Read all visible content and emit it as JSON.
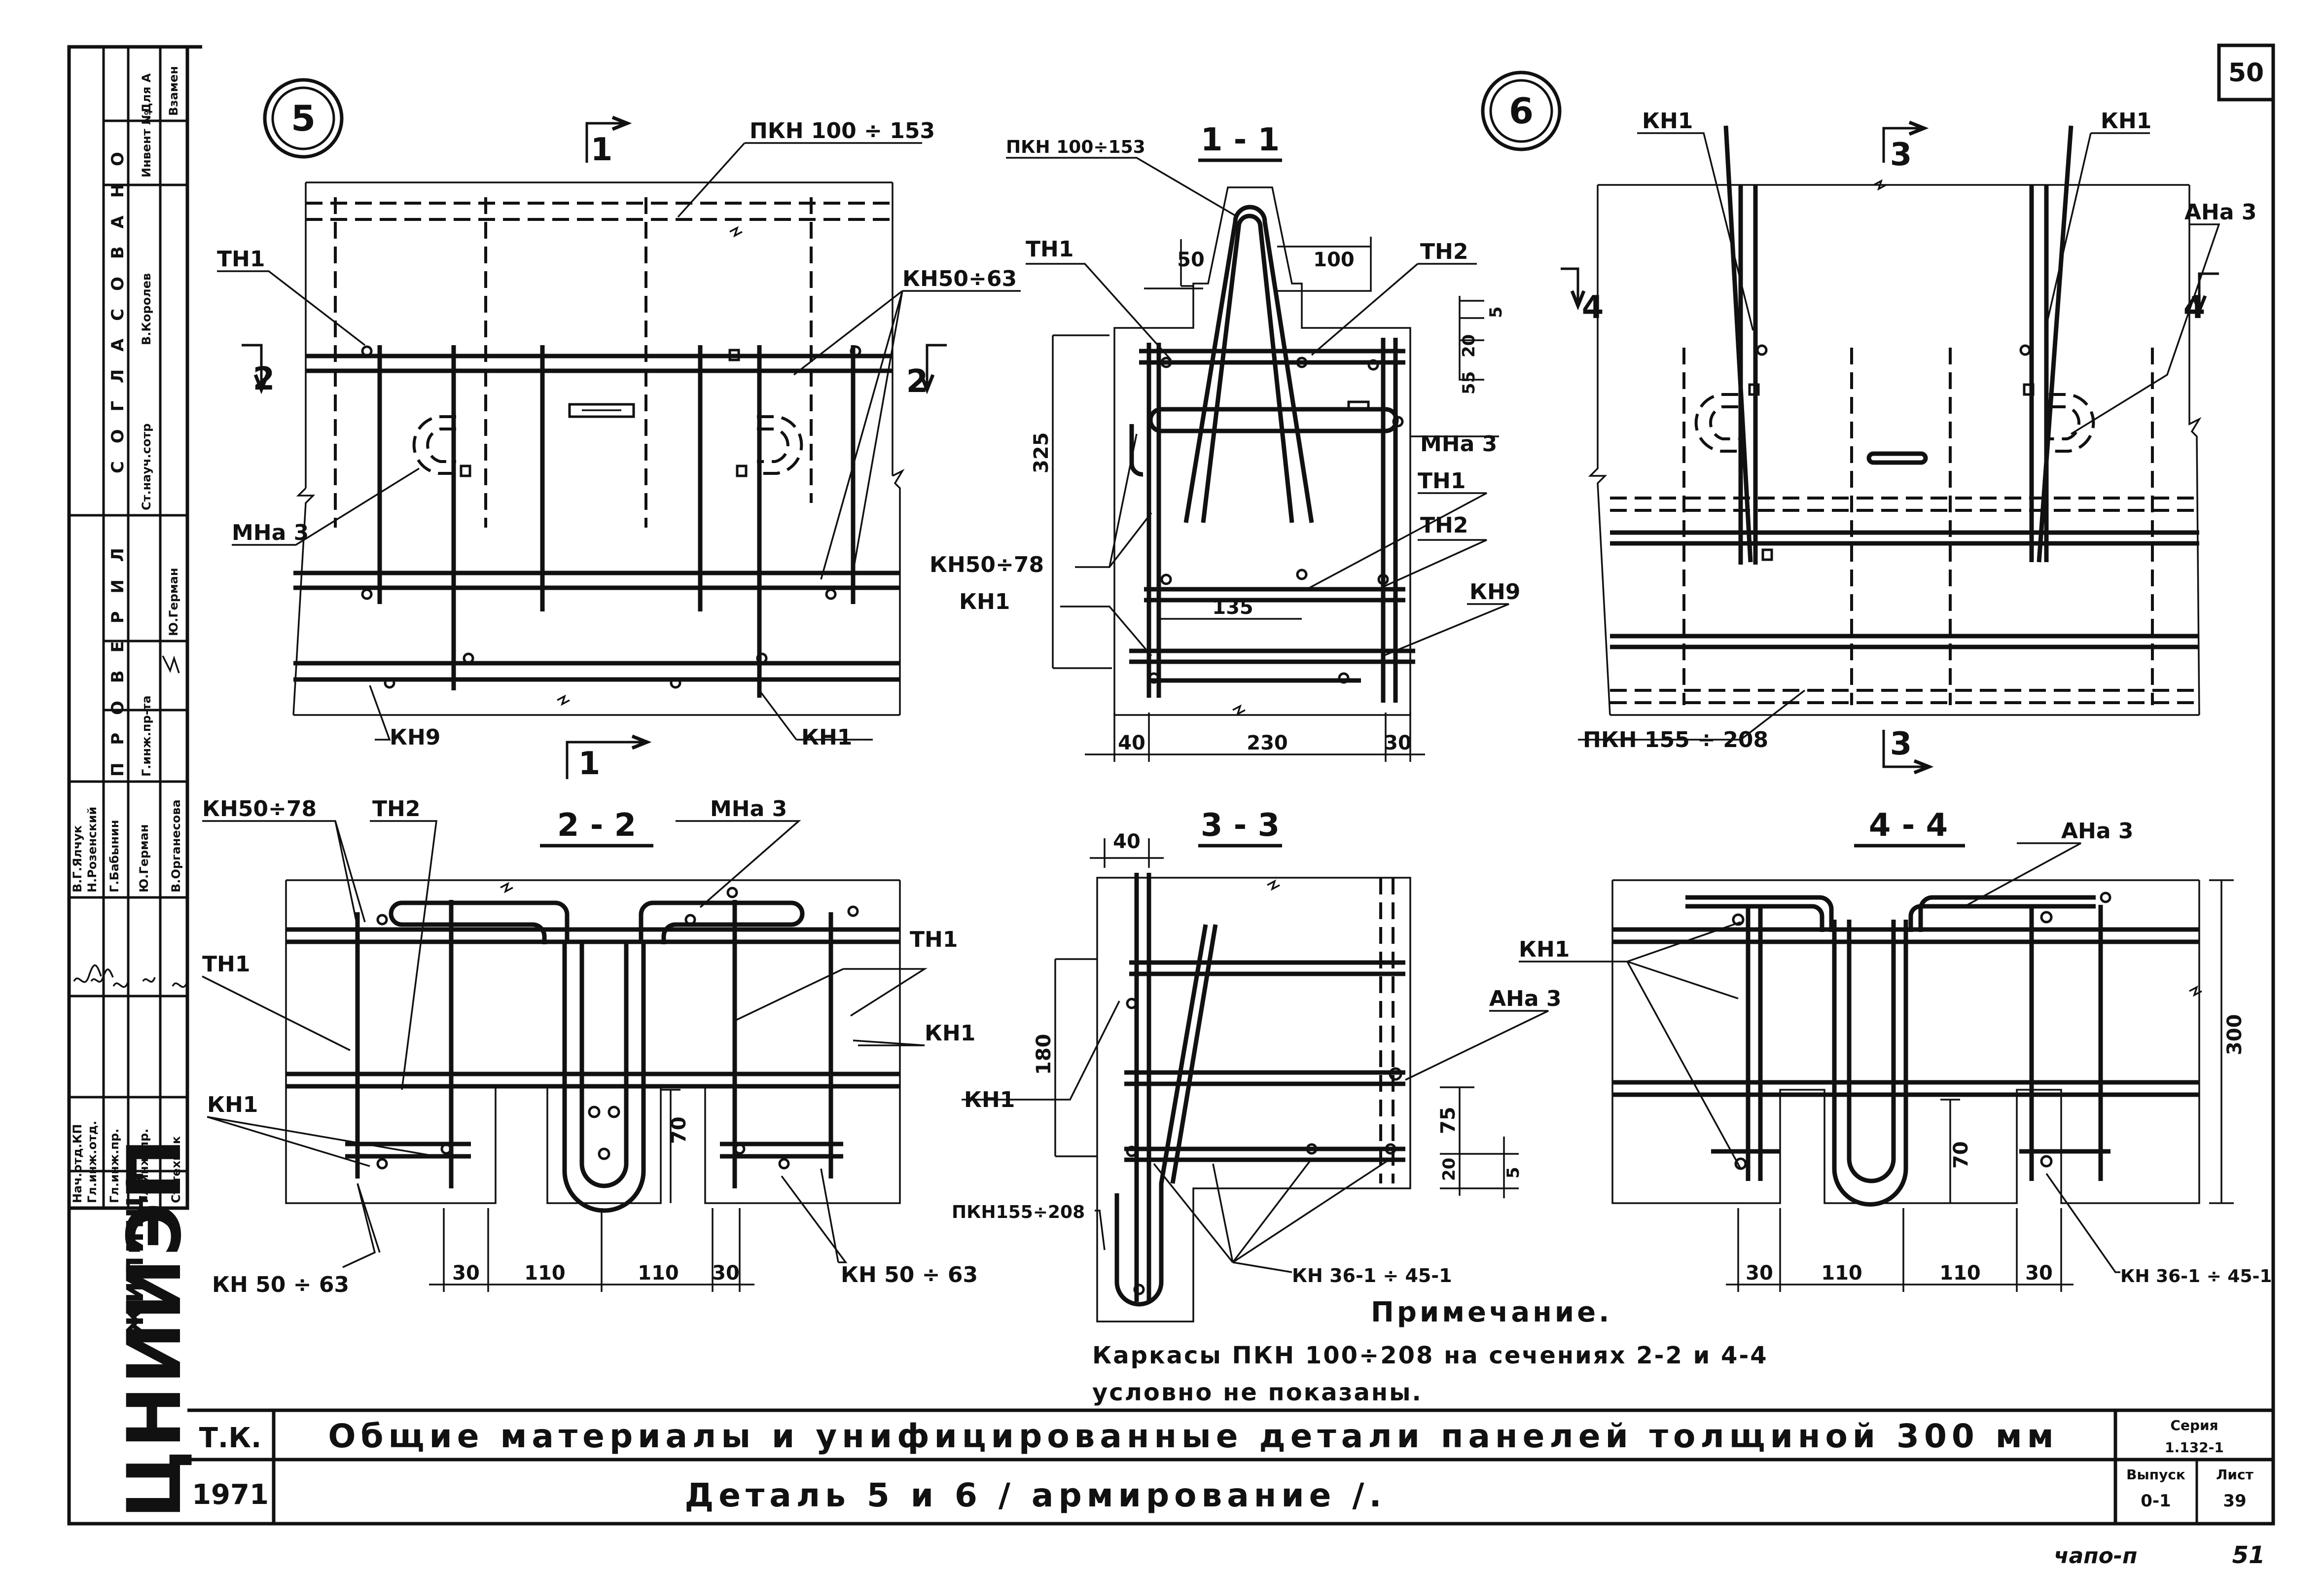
{
  "sheet": {
    "number": "50",
    "handwritten_mark": "чапо-п",
    "page_number_bottom": "51"
  },
  "side_stamp": {
    "org_logo": "ЦНИИЭП",
    "org_name": "жилища",
    "approvals_header": "С О Г Л А С О В А Н О",
    "approvals_col_dlya": "Для А",
    "approvals_col_inv": "Инвент №",
    "approvals_col_vzamen": "Взамен",
    "approver_position": "Ст.науч.сотр",
    "approver_name": "В.Королев",
    "checked_header": "П Р О В Е Р И Л",
    "checker_name": "Ю.Герман",
    "checker_position": "Г.инж.пр-та",
    "staff": [
      {
        "position": "Нач.отд.КП",
        "name": "В.Г.Ялчук"
      },
      {
        "position": "Гл.инж.отд.",
        "name": "Н.Розенский"
      },
      {
        "position": "Гл.инж.пр.",
        "name": "Г.Бабынин"
      },
      {
        "position": "Гл.инж.пр.",
        "name": "Ю.Герман"
      },
      {
        "position": "Ст.техник",
        "name": "В.Органесова"
      }
    ]
  },
  "markers": {
    "detail_5": "5",
    "detail_6": "6"
  },
  "section_titles": {
    "s11": "1 - 1",
    "s22": "2 - 2",
    "s33": "3 - 3",
    "s44": "4 - 4"
  },
  "cut_marks": {
    "c1": "1",
    "c2": "2",
    "c3": "3",
    "c4": "4"
  },
  "labels": {
    "pkn100_153": "ПКН 100 ÷ 153",
    "pkn100_153_b": "ПКН 100÷153",
    "pkn155_208": "ПКН 155 ÷ 208",
    "pkn155_208_b": "ПКН155÷208",
    "tn1": "ТН1",
    "tn2": "ТН2",
    "kn50_63": "КН50÷63",
    "kn50_63_b": "КН 50 ÷ 63",
    "kn50_78": "КН50÷78",
    "kn1": "КН1",
    "kn9": "КН9",
    "mna3": "МНа 3",
    "ana3": "АНа 3",
    "kn36": "КН 36-1 ÷ 45-1"
  },
  "dims": {
    "d50": "50",
    "d100": "100",
    "d5": "5",
    "d20": "20",
    "d55": "55",
    "d325": "325",
    "d135": "135",
    "d40": "40",
    "d230": "230",
    "d30": "30",
    "d110": "110",
    "d70": "70",
    "d180": "180",
    "d75": "75",
    "d300": "300"
  },
  "note": {
    "heading": "Примечание.",
    "line1": "Каркасы ПКН 100÷208 на сечениях 2-2 и 4-4",
    "line2": "условно не показаны."
  },
  "title_block": {
    "tk": "Т.К.",
    "year": "1971",
    "title": "Общие материалы и унифицированные детали панелей толщиной 300 мм",
    "subtitle": "Деталь 5 и 6 / армирование /.",
    "seria_label": "Серия",
    "seria_value": "1.132-1",
    "vypusk_label": "Выпуск",
    "vypusk_value": "0-1",
    "list_label": "Лист",
    "list_value": "39"
  }
}
